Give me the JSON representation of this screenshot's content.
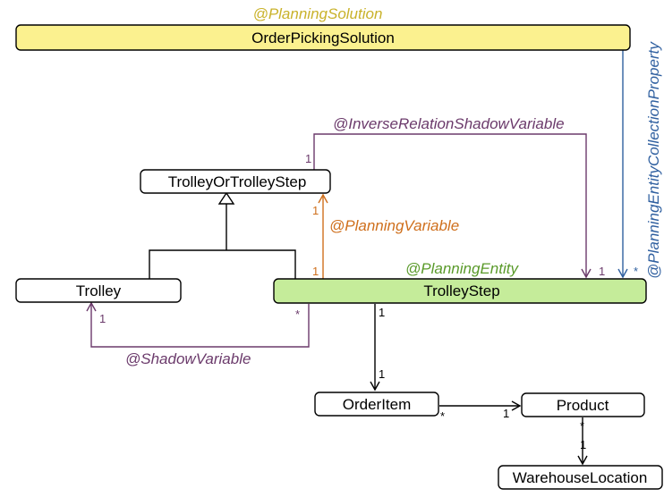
{
  "colors": {
    "solution_fill": "#fbf18f",
    "entity_fill": "#c5ec9a",
    "plain_fill": "#ffffff",
    "solution_annotation": "#c9b22a",
    "entity_annotation": "#5a9a2a",
    "shadow_annotation": "#6b3a6b",
    "planning_variable": "#cf6f1c",
    "collection_property": "#3060a0",
    "black": "#000000"
  },
  "classes": {
    "solution": "OrderPickingSolution",
    "trolley_or_step": "TrolleyOrTrolleyStep",
    "trolley": "Trolley",
    "trolley_step": "TrolleyStep",
    "order_item": "OrderItem",
    "product": "Product",
    "warehouse_location": "WarehouseLocation"
  },
  "annotations": {
    "planning_solution": "@PlanningSolution",
    "planning_entity": "@PlanningEntity",
    "planning_variable": "@PlanningVariable",
    "inverse_shadow": "@InverseRelationShadowVariable",
    "shadow_variable": "@ShadowVariable",
    "collection_property": "@PlanningEntityCollectionProperty"
  },
  "multiplicities": {
    "inverse_source": "1",
    "inverse_target": "1",
    "collection_target": "*",
    "planning_var_top": "1",
    "planning_var_bottom": "1",
    "shadow_trolley": "1",
    "shadow_step": "*",
    "step_to_item_top": "1",
    "step_to_item_bottom": "1",
    "item_to_product_left": "*",
    "item_to_product_right": "1",
    "product_to_location_top": "*",
    "product_to_location_bottom": "1"
  }
}
